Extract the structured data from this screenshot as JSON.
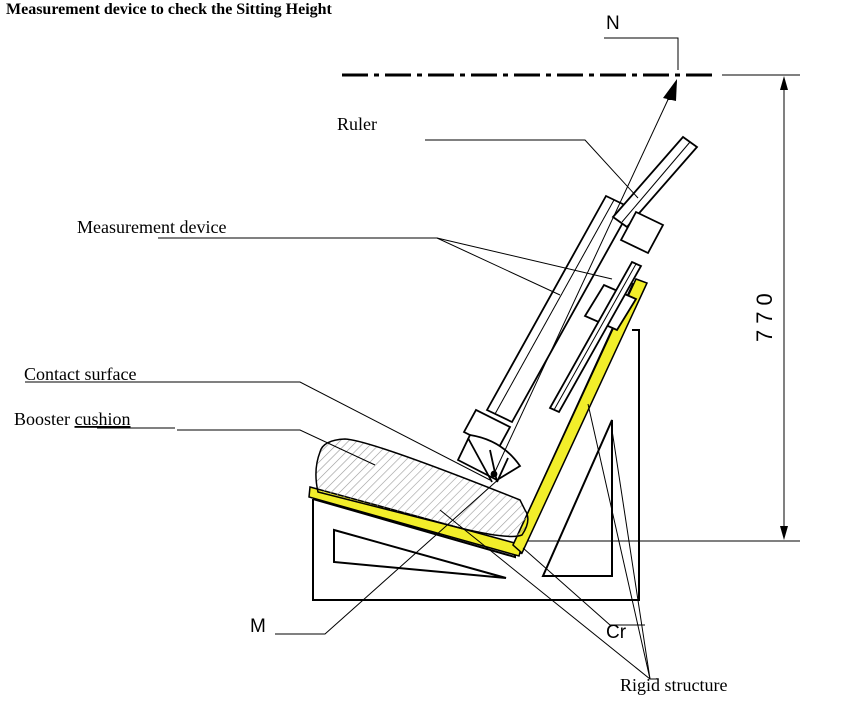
{
  "title": "Measurement device to check the Sitting Height",
  "labels": {
    "ruler": "Ruler",
    "measurement_device": "Measurement device",
    "contact_surface": "Contact surface",
    "booster_cushion_prefix": "Booster ",
    "booster_cushion_underlined": "cushion",
    "rigid_structure": "Rigid structure",
    "n": "N",
    "m": "M",
    "cr": "Cr",
    "dimension": "770"
  },
  "colors": {
    "line": "#000000",
    "highlight": "#f2ee2a",
    "hatch": "#9a9a9a"
  }
}
